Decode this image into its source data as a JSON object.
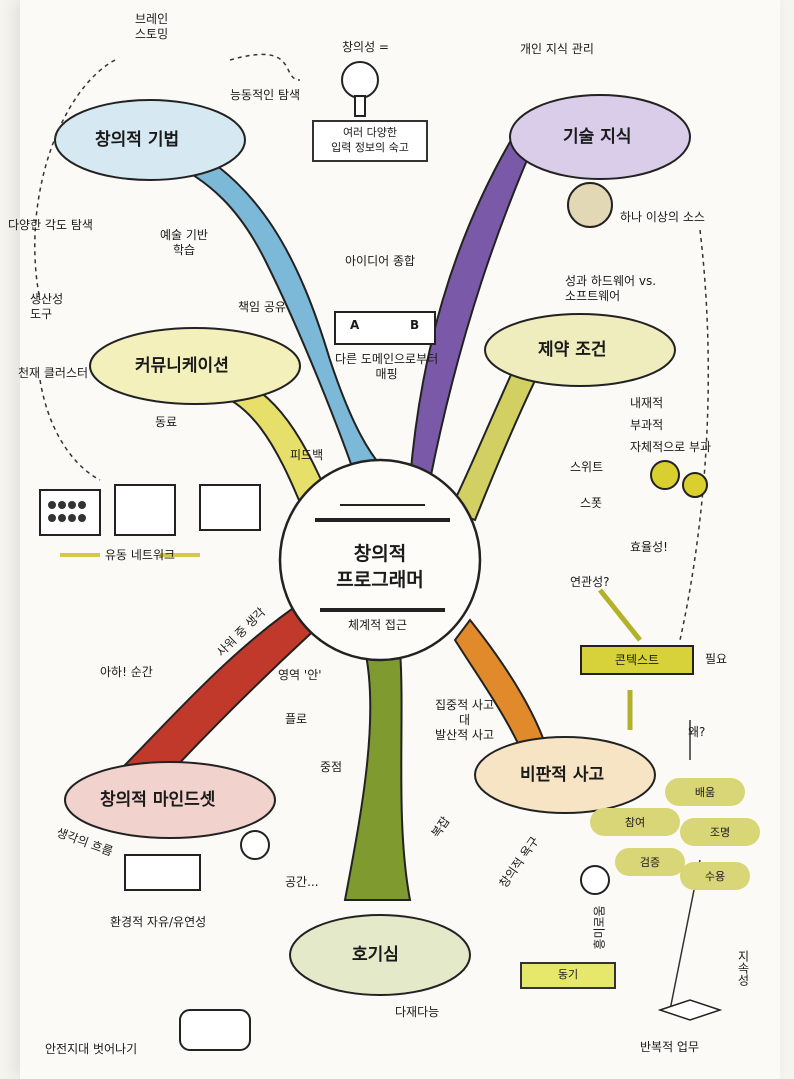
{
  "center": {
    "line1": "창의적",
    "line2": "프로그래머",
    "sub": "체계적 접근"
  },
  "branches": {
    "techniques": "창의적 기법",
    "knowledge": "기술 지식",
    "communication": "커뮤니케이션",
    "constraints": "제약 조건",
    "mindset": "창의적 마인드셋",
    "critical": "비판적 사고",
    "curiosity": "호기심"
  },
  "notes": {
    "brainstorm": "브레인\n스토밍",
    "creativity_eq": "창의성 =",
    "creativity_def": "여러 다양한\n입력 정보의 숙고",
    "active_explore": "능동적인 탐색",
    "diverse_angles": "다양한 각도 탐색",
    "art_learning": "예술 기반\n학습",
    "idea_combo": "아이디어 종합",
    "mapping": "다른 도메인으로부터\n매핑",
    "map_a": "A",
    "map_b": "B",
    "productivity": "생산성\n도구",
    "responsibility": "책임 공유",
    "genius_cluster": "천재 클러스터",
    "peers": "동료",
    "feedback": "피드백",
    "flow_network": "유동 네트워크",
    "pkm": "개인 지식 관리",
    "one_more_source": "하나 이상의 소스",
    "perf_hw_sw": "성과 하드웨어 vs.\n소프트웨어",
    "internal": "내재적",
    "imposed": "부과적",
    "self_imposed": "자체적으로 부과",
    "sweet": "스위트",
    "spot": "스폿",
    "efficiency": "효율성!",
    "relevance": "연관성?",
    "context": "콘텍스트",
    "need": "필요",
    "why": "왜?",
    "learning": "배움",
    "participation": "참여",
    "lighting": "조명",
    "verify": "검증",
    "accept": "수용",
    "sustained": "지속성",
    "repetitive": "반복적 업무",
    "aha": "아하! 순간",
    "side_thought": "사워 중 생각",
    "zone_in": "영역 '안'",
    "flow": "플로",
    "focus": "중점",
    "space": "공간...",
    "thought_flow": "생각의 흐름",
    "env_freedom": "환경적 자유/유연성",
    "conv_div": "집중적 사고\n대\n발산적 사고",
    "complexity": "복잡",
    "creative_desire": "창의적 욕구",
    "interest": "흥미로움",
    "motivation": "동기",
    "multi_talent": "다재다능",
    "leave_comfort": "안전지대 벗어나기"
  },
  "colors": {
    "techniques": "#7cb8d8",
    "knowledge": "#7a5aa8",
    "communication": "#e6df6a",
    "constraints": "#d2d062",
    "mindset": "#c0392b",
    "critical": "#e08a2c",
    "curiosity": "#7f9a2e",
    "paper": "#fbfaf6"
  }
}
